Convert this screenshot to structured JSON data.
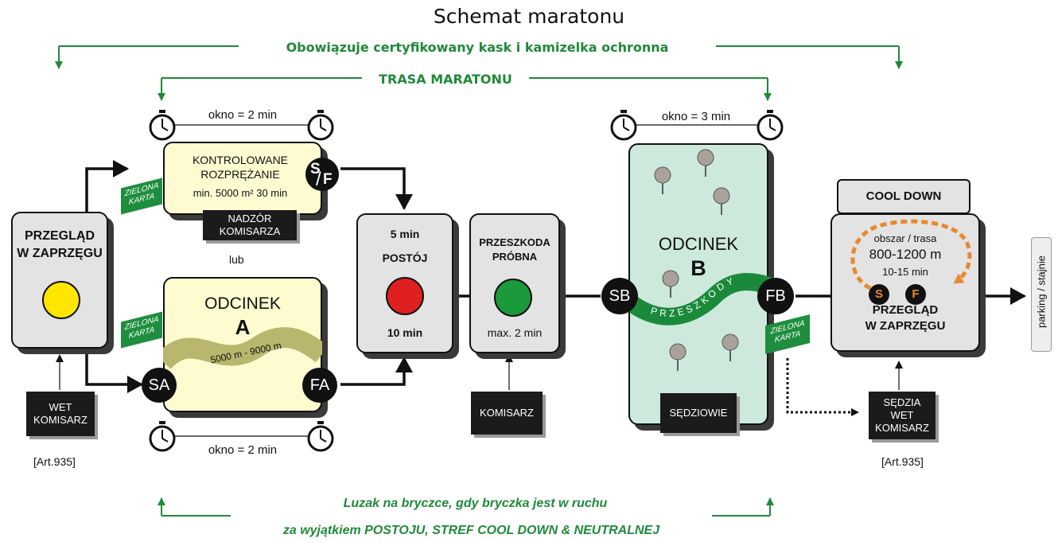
{
  "title": "Schemat maratonu",
  "top_notes": {
    "helmet": "Obowiązuje certyfikowany kask i kamizelka ochronna",
    "route": "TRASA MARATONU"
  },
  "inspection_start": {
    "label_line1": "PRZEGLĄD",
    "label_line2": "W ZAPRZĘGU",
    "light_color": "#ffe600"
  },
  "wet_start": {
    "line1": "WET",
    "line2": "KOMISARZ",
    "art": "[Art.935]"
  },
  "warmup": {
    "window": "okno = 2 min",
    "line1": "KONTROLOWANE",
    "line2": "ROZPRĘŻANIE",
    "line3": "min. 5000 m²  30 min",
    "sf_s": "S",
    "sf_f": "F",
    "card_line1": "ZIELONA",
    "card_line2": "KARTA",
    "steward_line1": "NADZÓR",
    "steward_line2": "KOMISARZA"
  },
  "or_label": "lub",
  "section_a": {
    "line1": "ODCINEK",
    "line2": "A",
    "distance": "5000 m - 9000 m",
    "start": "SA",
    "finish": "FA",
    "card_line1": "ZIELONA",
    "card_line2": "KARTA",
    "window": "okno = 2 min"
  },
  "halt": {
    "top": "5 min",
    "label": "POSTÓJ",
    "bottom": "10 min",
    "light_color": "#e02020"
  },
  "test_obstacle": {
    "line1": "PRZESZKODA",
    "line2": "PRÓBNA",
    "max": "max. 2 min",
    "steward": "KOMISARZ",
    "light_color": "#1a9a3a"
  },
  "section_b": {
    "window": "okno = 3 min",
    "line1": "ODCINEK",
    "line2": "B",
    "start": "SB",
    "finish": "FB",
    "obstacles": "PRZESZKODY",
    "judges": "SĘDZIOWIE",
    "card_line1": "ZIELONA",
    "card_line2": "KARTA"
  },
  "cool_down": {
    "header": "COOL DOWN",
    "area": "obszar / trasa",
    "distance": "800-1200 m",
    "time": "10-15 min",
    "s": "S",
    "f": "F",
    "inspect_line1": "PRZEGLĄD",
    "inspect_line2": "W ZAPRZĘGU"
  },
  "end_staff": {
    "line1": "SĘDZIA",
    "line2": "WET",
    "line3": "KOMISARZ",
    "art": "[Art.935]"
  },
  "exit_label": "parking / stajnie",
  "bottom_notes": {
    "line1": "Luzak na bryczce, gdy bryczka jest w ruchu",
    "line2": "za wyjątkiem POSTOJU, STREF COOL DOWN & NEUTRALNEJ"
  },
  "colors": {
    "green_text": "#1f8a3a",
    "yellow_box": "#fffbd0",
    "gray_box": "#e3e3e3",
    "section_b_box": "#cce9dc",
    "card_green": "#1e8e3e",
    "path_olive": "#b9b66e",
    "path_green": "#1a8a3a"
  }
}
